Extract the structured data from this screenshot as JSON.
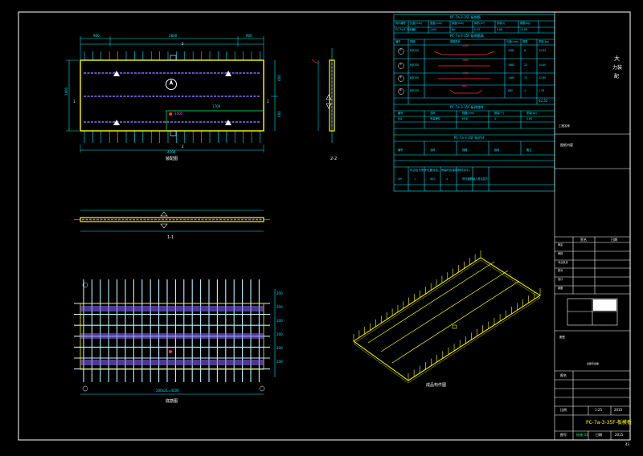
{
  "drawing": {
    "page_number": "43"
  },
  "plan_view": {
    "label": "装配图",
    "dims_top": [
      "900",
      "2800",
      "900"
    ],
    "dim_total": "4200",
    "dim_left": "1400",
    "dim_mid_inner": "1700",
    "dim_right_a": "600",
    "dim_right_b": "600",
    "section_mark_top": "2",
    "section_mark_bottom": "2",
    "section_mark_left": "1",
    "section_mark_right": "1",
    "point_label": "2400"
  },
  "section_1_1": {
    "label": "1-1"
  },
  "section_2_2": {
    "label": "2-2"
  },
  "rebar_view": {
    "label": "底筋图",
    "dim_bottom": "200x21=4200",
    "dims_right": [
      "200",
      "200",
      "200",
      "200",
      "200",
      "200"
    ]
  },
  "iso_view": {
    "label": "成品构件图"
  },
  "tables": {
    "title_1": "PC-7a-3-35F-板钢筋",
    "t1_head": [
      "构件编号",
      "长度(mm)",
      "宽度(mm)",
      "厚度(mm)",
      "体积(m³)",
      "重量(t)",
      "钢筋(kg)"
    ],
    "t1_row": [
      "PC-7a-3-35F-板",
      "4200",
      "1400",
      "60",
      "0.35",
      "0.88",
      "12.63"
    ],
    "title_2": "PC-7a-3-35F-板钢筋表",
    "t2_head": [
      "编号",
      "规格",
      "钢筋形状",
      "长度(mm)",
      "根数",
      "重量(kg)"
    ],
    "t2_rows": [
      [
        "①",
        "8@200",
        "4380",
        "8",
        "13.84"
      ],
      [
        "②",
        "8@200",
        "1680",
        "22",
        "14.60"
      ],
      [
        "③",
        "8@200",
        "1460",
        "22",
        "12.69"
      ],
      [
        "④",
        "8@200",
        "880",
        "4",
        "1.39"
      ]
    ],
    "t2_total": "42.52",
    "title_3": "PC-7a-3-35F-板预埋件",
    "t3_head": [
      "编号",
      "名称",
      "规格(mm)",
      "数量(个)",
      "重量(kg)"
    ],
    "t3_row": [
      "MJ1",
      "吊装埋件",
      "M16",
      "4",
      "0.80"
    ],
    "title_4": "PC-7a-3-35F-板吊环",
    "t4_head": [
      "编号",
      "名称",
      "规格",
      "数量",
      "备注"
    ],
    "t4_row": [
      "DH",
      "1",
      "Φ10",
      "4",
      "吊环钢筋锚入叠合层内"
    ],
    "note": "吊点应与吊环位置对应，吊装时应保持构件水平。"
  },
  "title_block": {
    "company_a": "大",
    "company_b": "力装",
    "company_c": "配",
    "project_label": "工程名称",
    "drawing_content_label": "图纸内容",
    "approval_head_a": "签名",
    "approval_head_b": "日期",
    "roles": [
      "审定",
      "审核",
      "专业负责",
      "校对",
      "设计",
      "制图"
    ],
    "stamp_label": "图签",
    "seal_note": "出图专用章",
    "drawing_label": "图名",
    "scale_label": "比例",
    "scale_value": "1:25",
    "drawing_no": "PC-7a-3-35F-板模板",
    "date_label": "日期",
    "date_value": "2015",
    "sheet_label": "图号",
    "sheet_value": "结施-43"
  }
}
